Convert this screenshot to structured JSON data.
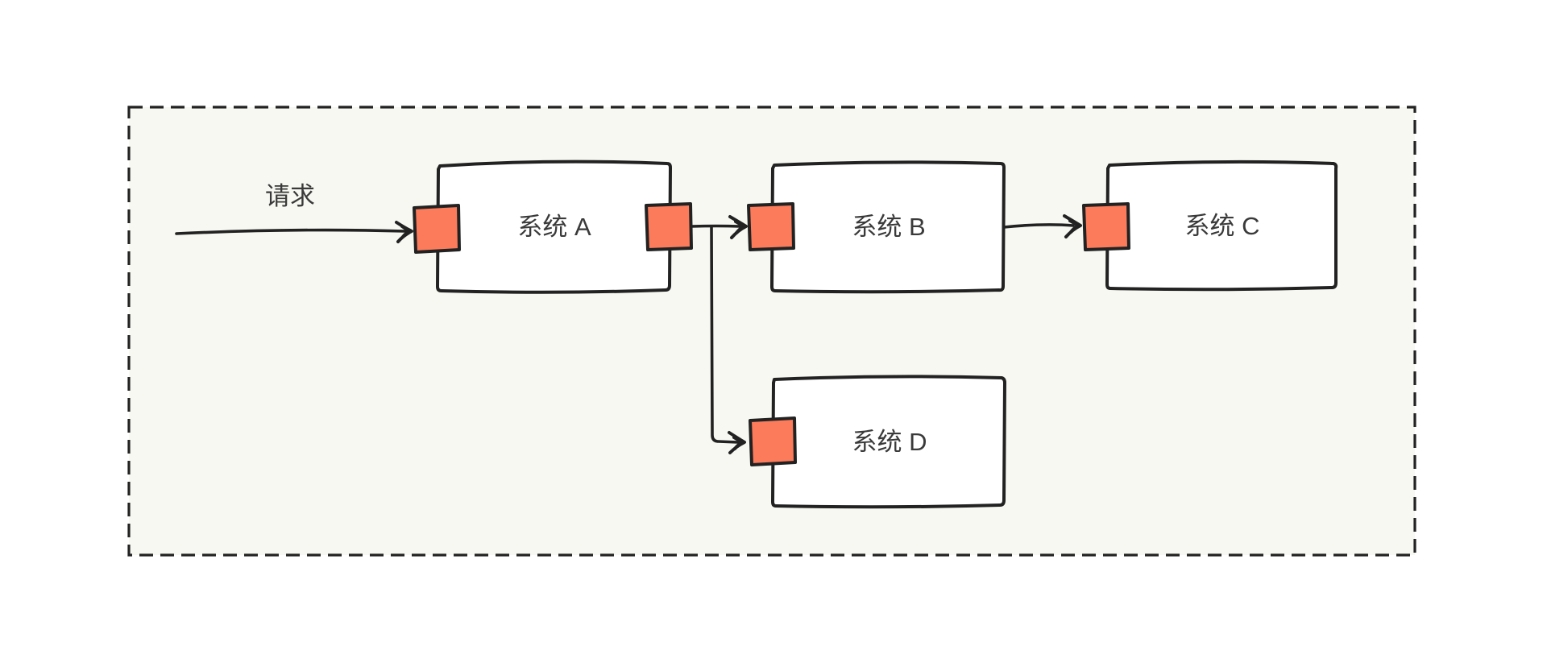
{
  "colors": {
    "background": "#ffffff",
    "boundary_fill": "#f7f8f1",
    "stroke": "#222222",
    "node_fill": "#ffffff",
    "port_fill": "#fb7b5b",
    "text": "#3a3a3a"
  },
  "nodes": [
    {
      "id": "system-a",
      "label": "系统 A",
      "ports": [
        "in",
        "out"
      ]
    },
    {
      "id": "system-b",
      "label": "系统 B",
      "ports": [
        "in"
      ]
    },
    {
      "id": "system-c",
      "label": "系统 C",
      "ports": [
        "in"
      ]
    },
    {
      "id": "system-d",
      "label": "系统 D",
      "ports": [
        "in"
      ]
    }
  ],
  "edges": [
    {
      "id": "request-to-a",
      "label": "请求",
      "from": "external",
      "to": "system-a"
    },
    {
      "id": "a-to-b",
      "label": "",
      "from": "system-a",
      "to": "system-b"
    },
    {
      "id": "a-to-d",
      "label": "",
      "from": "system-a",
      "to": "system-d"
    },
    {
      "id": "b-to-c",
      "label": "",
      "from": "system-b",
      "to": "system-c"
    }
  ]
}
